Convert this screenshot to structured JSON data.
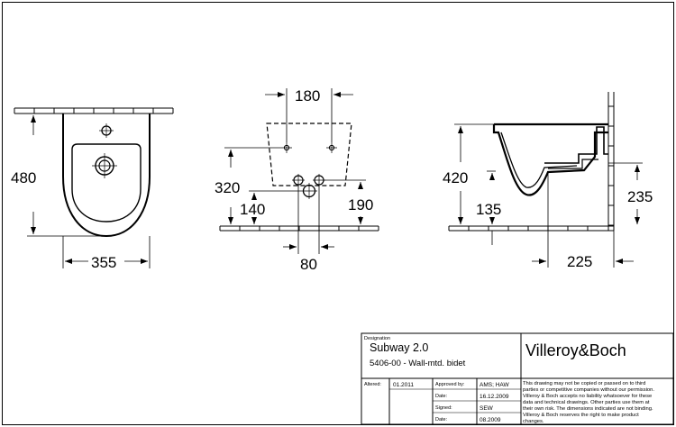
{
  "dimensions": {
    "front_height": "480",
    "front_width": "355",
    "rear_top_width": "180",
    "rear_inlet_height": "320",
    "rear_low_height": "140",
    "rear_hole_height": "190",
    "rear_offset": "80",
    "side_height": "420",
    "side_depth_mark": "135",
    "side_wall_height": "235",
    "side_projection": "225"
  },
  "title_block": {
    "designation_label": "Designation",
    "product_name": "Subway 2.0",
    "product_code": "5406-00 - Wall-mtd. bidet",
    "brand": "Villeroy&Boch",
    "altered_label": "Altered:",
    "altered_value": "01.2011",
    "approved_label": "Approved by:",
    "approved_value": "AMS; HAW",
    "date_label": "Date:",
    "date_value": "16.12.2009",
    "signed_label": "Signed:",
    "signed_value": "SEW",
    "date2_label": "Date:",
    "date2_value": "08.2009",
    "disclaimer_lines": [
      "This drawing may not be copied or passed on to third",
      "parties or competitive companies without our permission.",
      "Villeroy & Boch accepts no liability whatsoever for these",
      "data and technical drawings. Other parties use them at",
      "their own risk. The dimensions indicated are not binding.",
      "Villeroy & Boch reserves the right to make product",
      "changes."
    ]
  }
}
